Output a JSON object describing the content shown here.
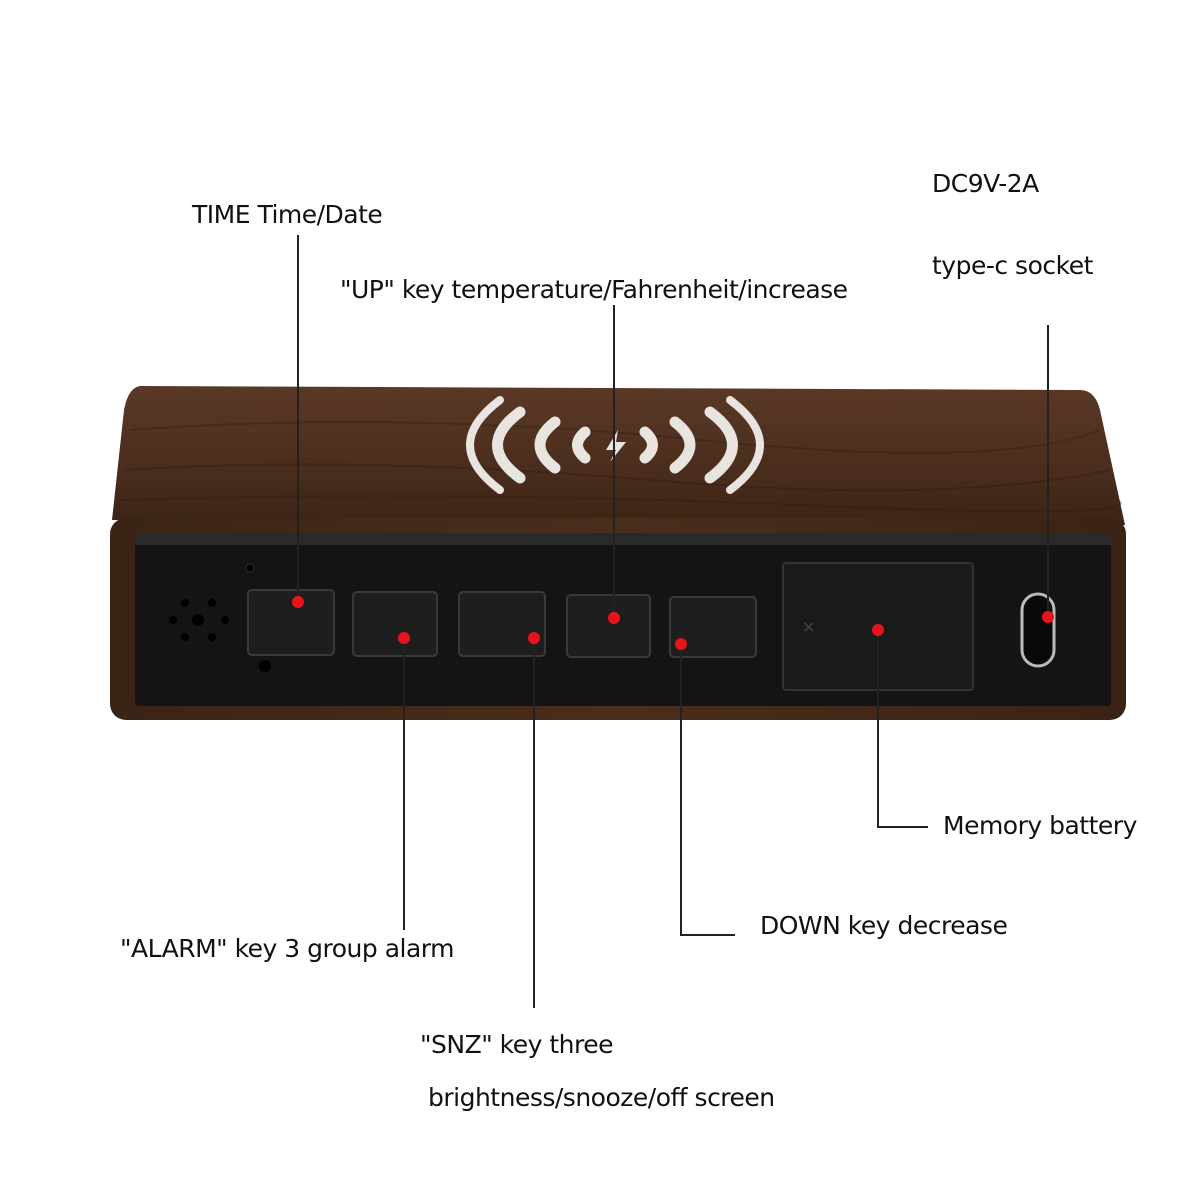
{
  "labels": {
    "time": "TIME Time/Date",
    "up": "\"UP\" key temperature/Fahrenheit/increase",
    "power_rating": "DC9V-2A",
    "socket": "type-c socket",
    "battery": "Memory battery",
    "down": "DOWN key decrease",
    "alarm": "\"ALARM\" key 3 group alarm",
    "snz_line1": "\"SNZ\" key three",
    "snz_line2": "brightness/snooze/off screen"
  },
  "colors": {
    "wood": "#4a2c1a",
    "panel": "#141414",
    "marker": "#e8141b",
    "leader": "#222222"
  }
}
